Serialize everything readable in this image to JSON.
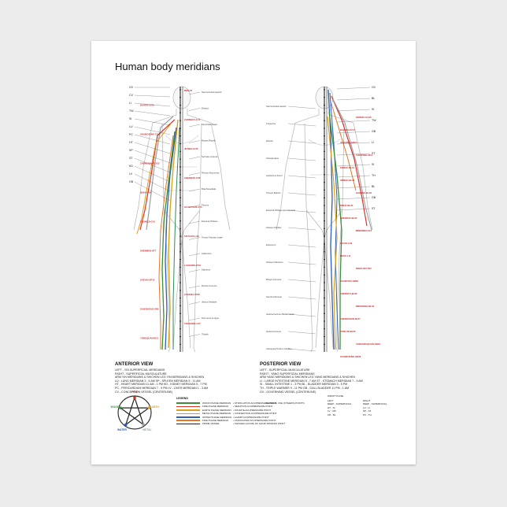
{
  "page_title": "Human body meridians",
  "anterior": {
    "heading": "ANTERIOR VIEW",
    "lines": [
      "LEFT - YIN SUPERFICIAL MERIDIANS",
      "RIGHT - SUPERFICIAL MUSCULATURE",
      "ARM YIN MERIDIANS & SHICHEN    LEG YIN MERIDIANS & SHICHEN",
      "LU - LUNG MERIDIAN 3 - 5 AM    SP - SPLEEN MERIDIAN 9 - 11 AM",
      "HT - HEART MERIDIAN 11 AM - 1 PM    KD - KIDNEY MERIDIAN 5 - 7 PM",
      "PC - PERICARDIUM MERIDIAN 7 - 9 PM    LV - LIVER MERIDIAN 1 - 3 AM",
      "CV - CONCEPTION VESSEL (CENTERLINE)"
    ]
  },
  "posterior": {
    "heading": "POSTERIOR VIEW",
    "lines": [
      "LEFT - SUPERFICIAL MUSCULATURE",
      "RIGHT - YANG SUPERFICIAL MERIDIANS",
      "ARM YANG MERIDIANS & SHICHEN    LEG YANG MERIDIANS & SHICHEN",
      "LI - LARGE INTESTINE MERIDIAN 5 - 7 AM    ST - STOMACH MERIDIAN 7 - 9 AM",
      "SI - SMALL INTESTINE 1 - 3 PM    BL - BLADDER MERIDIAN 3 - 5 PM",
      "TH - TRIPLE WARMER 9 - 11 PM    GB - GALL BLADDER 11 PM - 1 AM",
      "GV - GOVERNING VESSEL (CENTERLINE)"
    ]
  },
  "legend": {
    "heading": "LEGEND",
    "items": [
      {
        "label": "WOOD PHASE MERIDIAN",
        "color": "#3a8f3a"
      },
      {
        "label": "FIRE PHASE MERIDIAN",
        "color": "#d8342a"
      },
      {
        "label": "EARTH PHASE MERIDIAN",
        "color": "#d9a21b"
      },
      {
        "label": "METAL PHASE MERIDIAN",
        "color": "#9aa0a6"
      },
      {
        "label": "WATER PHASE MERIDIAN",
        "color": "#2f5fb4"
      },
      {
        "label": "FIRE PHASE MERIDIAN",
        "color": "#e07a2a"
      },
      {
        "label": "PRIME VESSEL",
        "color": "#222222"
      }
    ],
    "point_types": [
      "STIMULATION ACUPRESSURE POINT",
      "SEDATION ACUPRESSURE POINT",
      "SOURCE ACUPRESSURE POINT",
      "CONNECTING ACUPRESSURE POINT",
      "ALARM ACUPRESSURE POINT",
      "ASSOCIATED ACUPRESSURE POINT",
      "SHICHEN (HOUR) OF HOUR SPRINGS POINT",
      "GENERAL USE (OTHERS) POINTS"
    ],
    "pulse": {
      "heading": "WRIST PULSE",
      "left": [
        "LEFT",
        "DEEP - SUPERFICIAL",
        "HT - SI",
        "LV - GB",
        "KD - BL"
      ],
      "right": [
        "RIGHT",
        "DEEP - SUPERFICIAL",
        "LU - LI",
        "SP - ST",
        "PC - TH"
      ]
    }
  },
  "five_elements": [
    "FIRE",
    "WOOD",
    "EARTH",
    "WATER",
    "METAL"
  ],
  "element_colors": {
    "fire": "#d8342a",
    "wood": "#3a8f3a",
    "earth": "#d9a21b",
    "water": "#2f5fb4",
    "metal": "#9aa0a6"
  },
  "anterior_left_labels": [
    "GV",
    "CV",
    "LI",
    "TW",
    "SI",
    "LU",
    "PC",
    "HT",
    "SP",
    "ST",
    "KD",
    "LV",
    "GB"
  ],
  "anterior_point_labels": [
    "REN-24",
    "BAIHUI-GV20",
    "ZHONGFU-LU1",
    "SHANZHONG-CV17",
    "JIUWEI-CV15",
    "ZHONGWAN-CV12",
    "SHENQUE-CV8",
    "QIHAI-CV6",
    "GUANYUAN-CV4",
    "ZHONGJI-CV3",
    "TAIYUAN-LU9",
    "SHENMEN-HT7",
    "LAOGONG-PC8",
    "XUEHAI-SP10",
    "ZUSANLI-ST36",
    "SANYINJIAO-SP6",
    "TAICHONG-LV3",
    "YONGQUAN-KD1"
  ],
  "anterior_muscle_labels": [
    "Sternocleidomastoid",
    "Deltoid",
    "Pectoralis Major",
    "Biceps Brachii",
    "Serratus Anterior",
    "Rectus Abdominis",
    "Brachioradialis",
    "Flexors",
    "External Oblique",
    "Tensor Fasciae Latae",
    "Adductors",
    "Sartorius",
    "Rectus Femoris",
    "Vastus Medialis",
    "Peroneus Longus",
    "Tibialis"
  ],
  "posterior_muscle_labels": [
    "Sternocleidomastoid",
    "Trapezius",
    "Deltoid",
    "Infraspinatus",
    "Latissimus Dorsi",
    "Triceps Brachii",
    "External Oblique Aponeurosis",
    "Gluteus Medius",
    "Extensors",
    "Gluteus Maximus",
    "Biceps Femoris",
    "Semitendinosus",
    "Gastrocnemius Medial Head",
    "Gastrocnemius",
    "Calcaneal Tendon Achilles"
  ],
  "posterior_right_labels": [
    "GV",
    "BL",
    "SI",
    "TW",
    "GB",
    "LI",
    "ST",
    "SI",
    "TH",
    "BL",
    "GB",
    "ST"
  ],
  "posterior_point_labels": [
    "FENGFU-GV16",
    "DAZHUI-GV14",
    "JIANJING-GB21",
    "TIANZONG-SI11",
    "FEISHU-BL13",
    "XINSHU-BL15",
    "GANSHU-BL18",
    "PISHU-BL20",
    "SHENSHU-BL23",
    "MINGMEN-GV4",
    "QUCHI-LI11",
    "HEGU-LI4",
    "WAIGUAN-TH5",
    "HUANTIAO-GB30",
    "CHENGFU-BL36",
    "WEIZHONG-BL40",
    "CHENGSHAN-BL57",
    "KUNLUN-BL60",
    "YANGLINGQUAN-GB34",
    "XUANZHONG-GB39"
  ]
}
